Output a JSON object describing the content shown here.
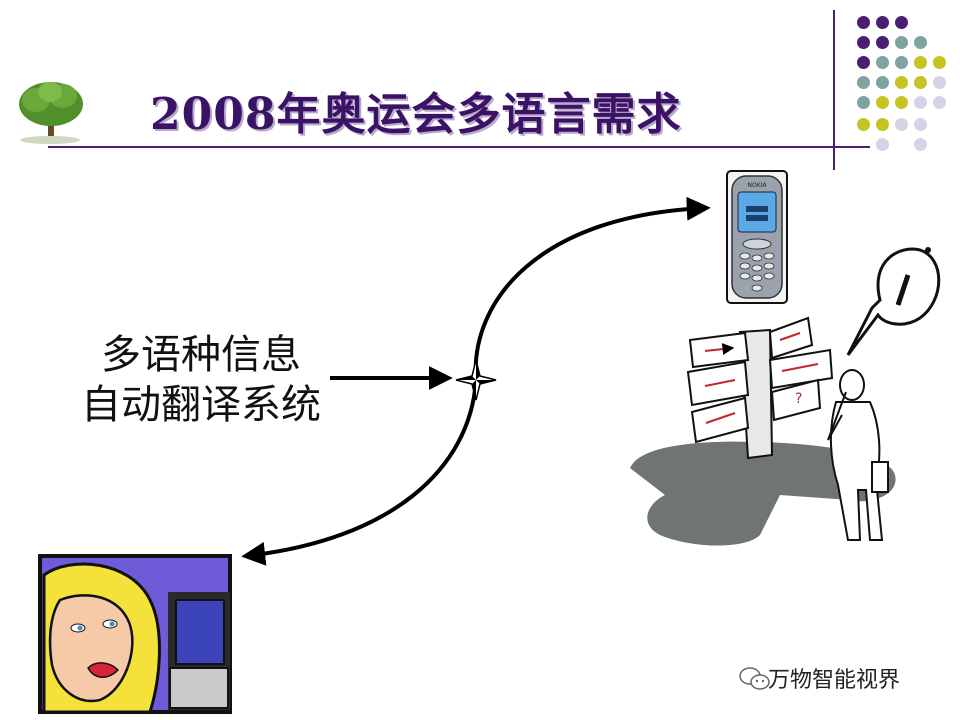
{
  "slide": {
    "title": "2008年奥运会多语言需求",
    "system_label_line1": "多语种信息",
    "system_label_line2": "自动翻译系统",
    "phone_screen_text": "NOKIA",
    "watermark": "万物智能视界"
  },
  "colors": {
    "title": "#3b1366",
    "rule_lines": "#4b1f6f",
    "dot_purple": "#4b1f6f",
    "dot_teal": "#7fa3a1",
    "dot_olive": "#c4c424",
    "dot_lavender": "#d6d3e6",
    "phone_screen": "#5aa9e6",
    "woman_hair": "#f4e23a",
    "woman_bg": "#6f5bd8"
  }
}
